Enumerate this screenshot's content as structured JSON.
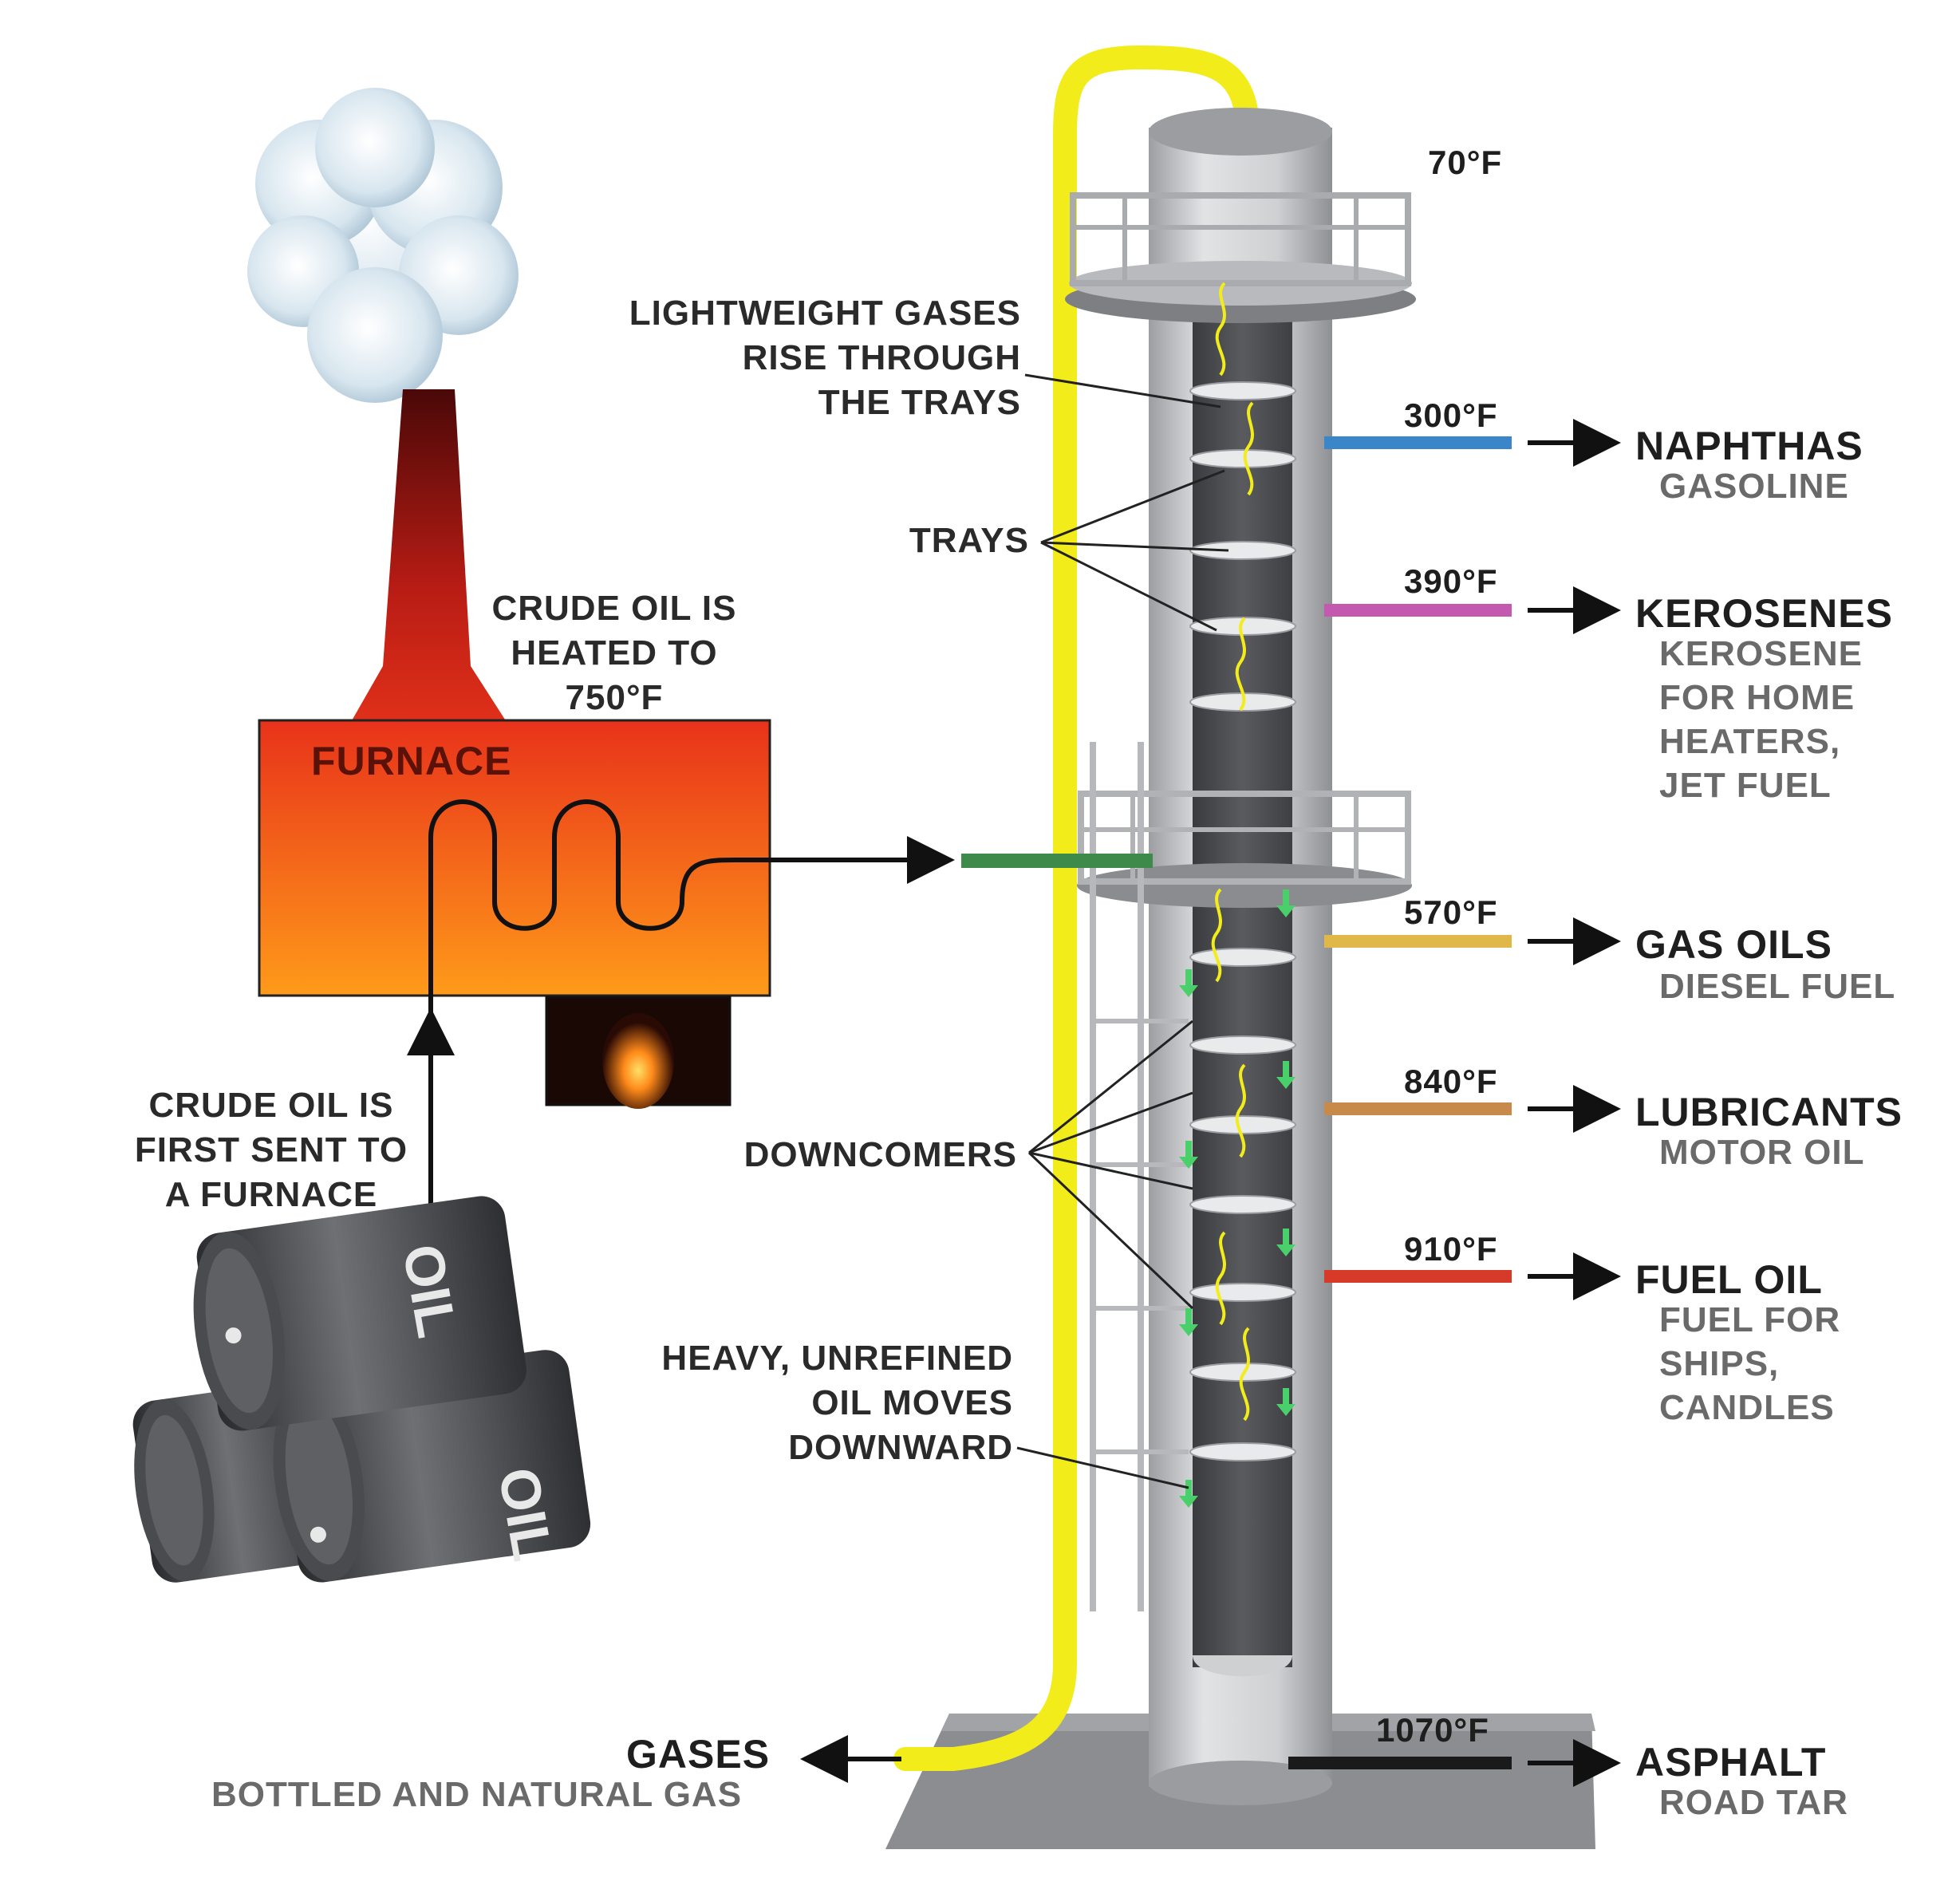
{
  "furnace": {
    "label": "FURNACE",
    "heated_caption": [
      "CRUDE OIL IS",
      "HEATED TO",
      "750°F"
    ]
  },
  "barrels": {
    "caption": [
      "CRUDE OIL IS",
      "FIRST SENT TO",
      "A FURNACE"
    ],
    "drum_logo": "OIL"
  },
  "column": {
    "top_temp": "70°F",
    "annotations": {
      "gases_rise": [
        "LIGHTWEIGHT GASES",
        "RISE THROUGH",
        "THE TRAYS"
      ],
      "trays": "TRAYS",
      "downcomers": "DOWNCOMERS",
      "heavy_oil": [
        "HEAVY, UNREFINED",
        "OIL MOVES",
        "DOWNWARD"
      ]
    }
  },
  "fractions": [
    {
      "temp": "300°F",
      "name": "NAPHTHAS",
      "uses": [
        "GASOLINE"
      ],
      "color": "#3a86c8"
    },
    {
      "temp": "390°F",
      "name": "KEROSENES",
      "uses": [
        "KEROSENE",
        "FOR HOME",
        "HEATERS,",
        "JET FUEL"
      ],
      "color": "#c35ab0"
    },
    {
      "temp": "570°F",
      "name": "GAS OILS",
      "uses": [
        "DIESEL FUEL"
      ],
      "color": "#e0b84a"
    },
    {
      "temp": "840°F",
      "name": "LUBRICANTS",
      "uses": [
        "MOTOR OIL"
      ],
      "color": "#c88a4a"
    },
    {
      "temp": "910°F",
      "name": "FUEL OIL",
      "uses": [
        "FUEL FOR",
        "SHIPS,",
        "CANDLES"
      ],
      "color": "#d83a2a"
    },
    {
      "temp": "1070°F",
      "name": "ASPHALT",
      "uses": [
        "ROAD TAR"
      ],
      "color": "#1a1a1a"
    }
  ],
  "gases": {
    "name": "GASES",
    "uses": "BOTTLED AND NATURAL GAS",
    "pipe_color": "#f2ec1a"
  },
  "colors": {
    "furnace_top": "#e8321a",
    "furnace_bottom": "#ff9a1a",
    "chimney_top": "#5a0a0a",
    "chimney_bottom": "#d8281a",
    "feed_pipe": "#3e8a4a",
    "column_body": "#c8c9cb",
    "ground": "#8c8d90"
  }
}
